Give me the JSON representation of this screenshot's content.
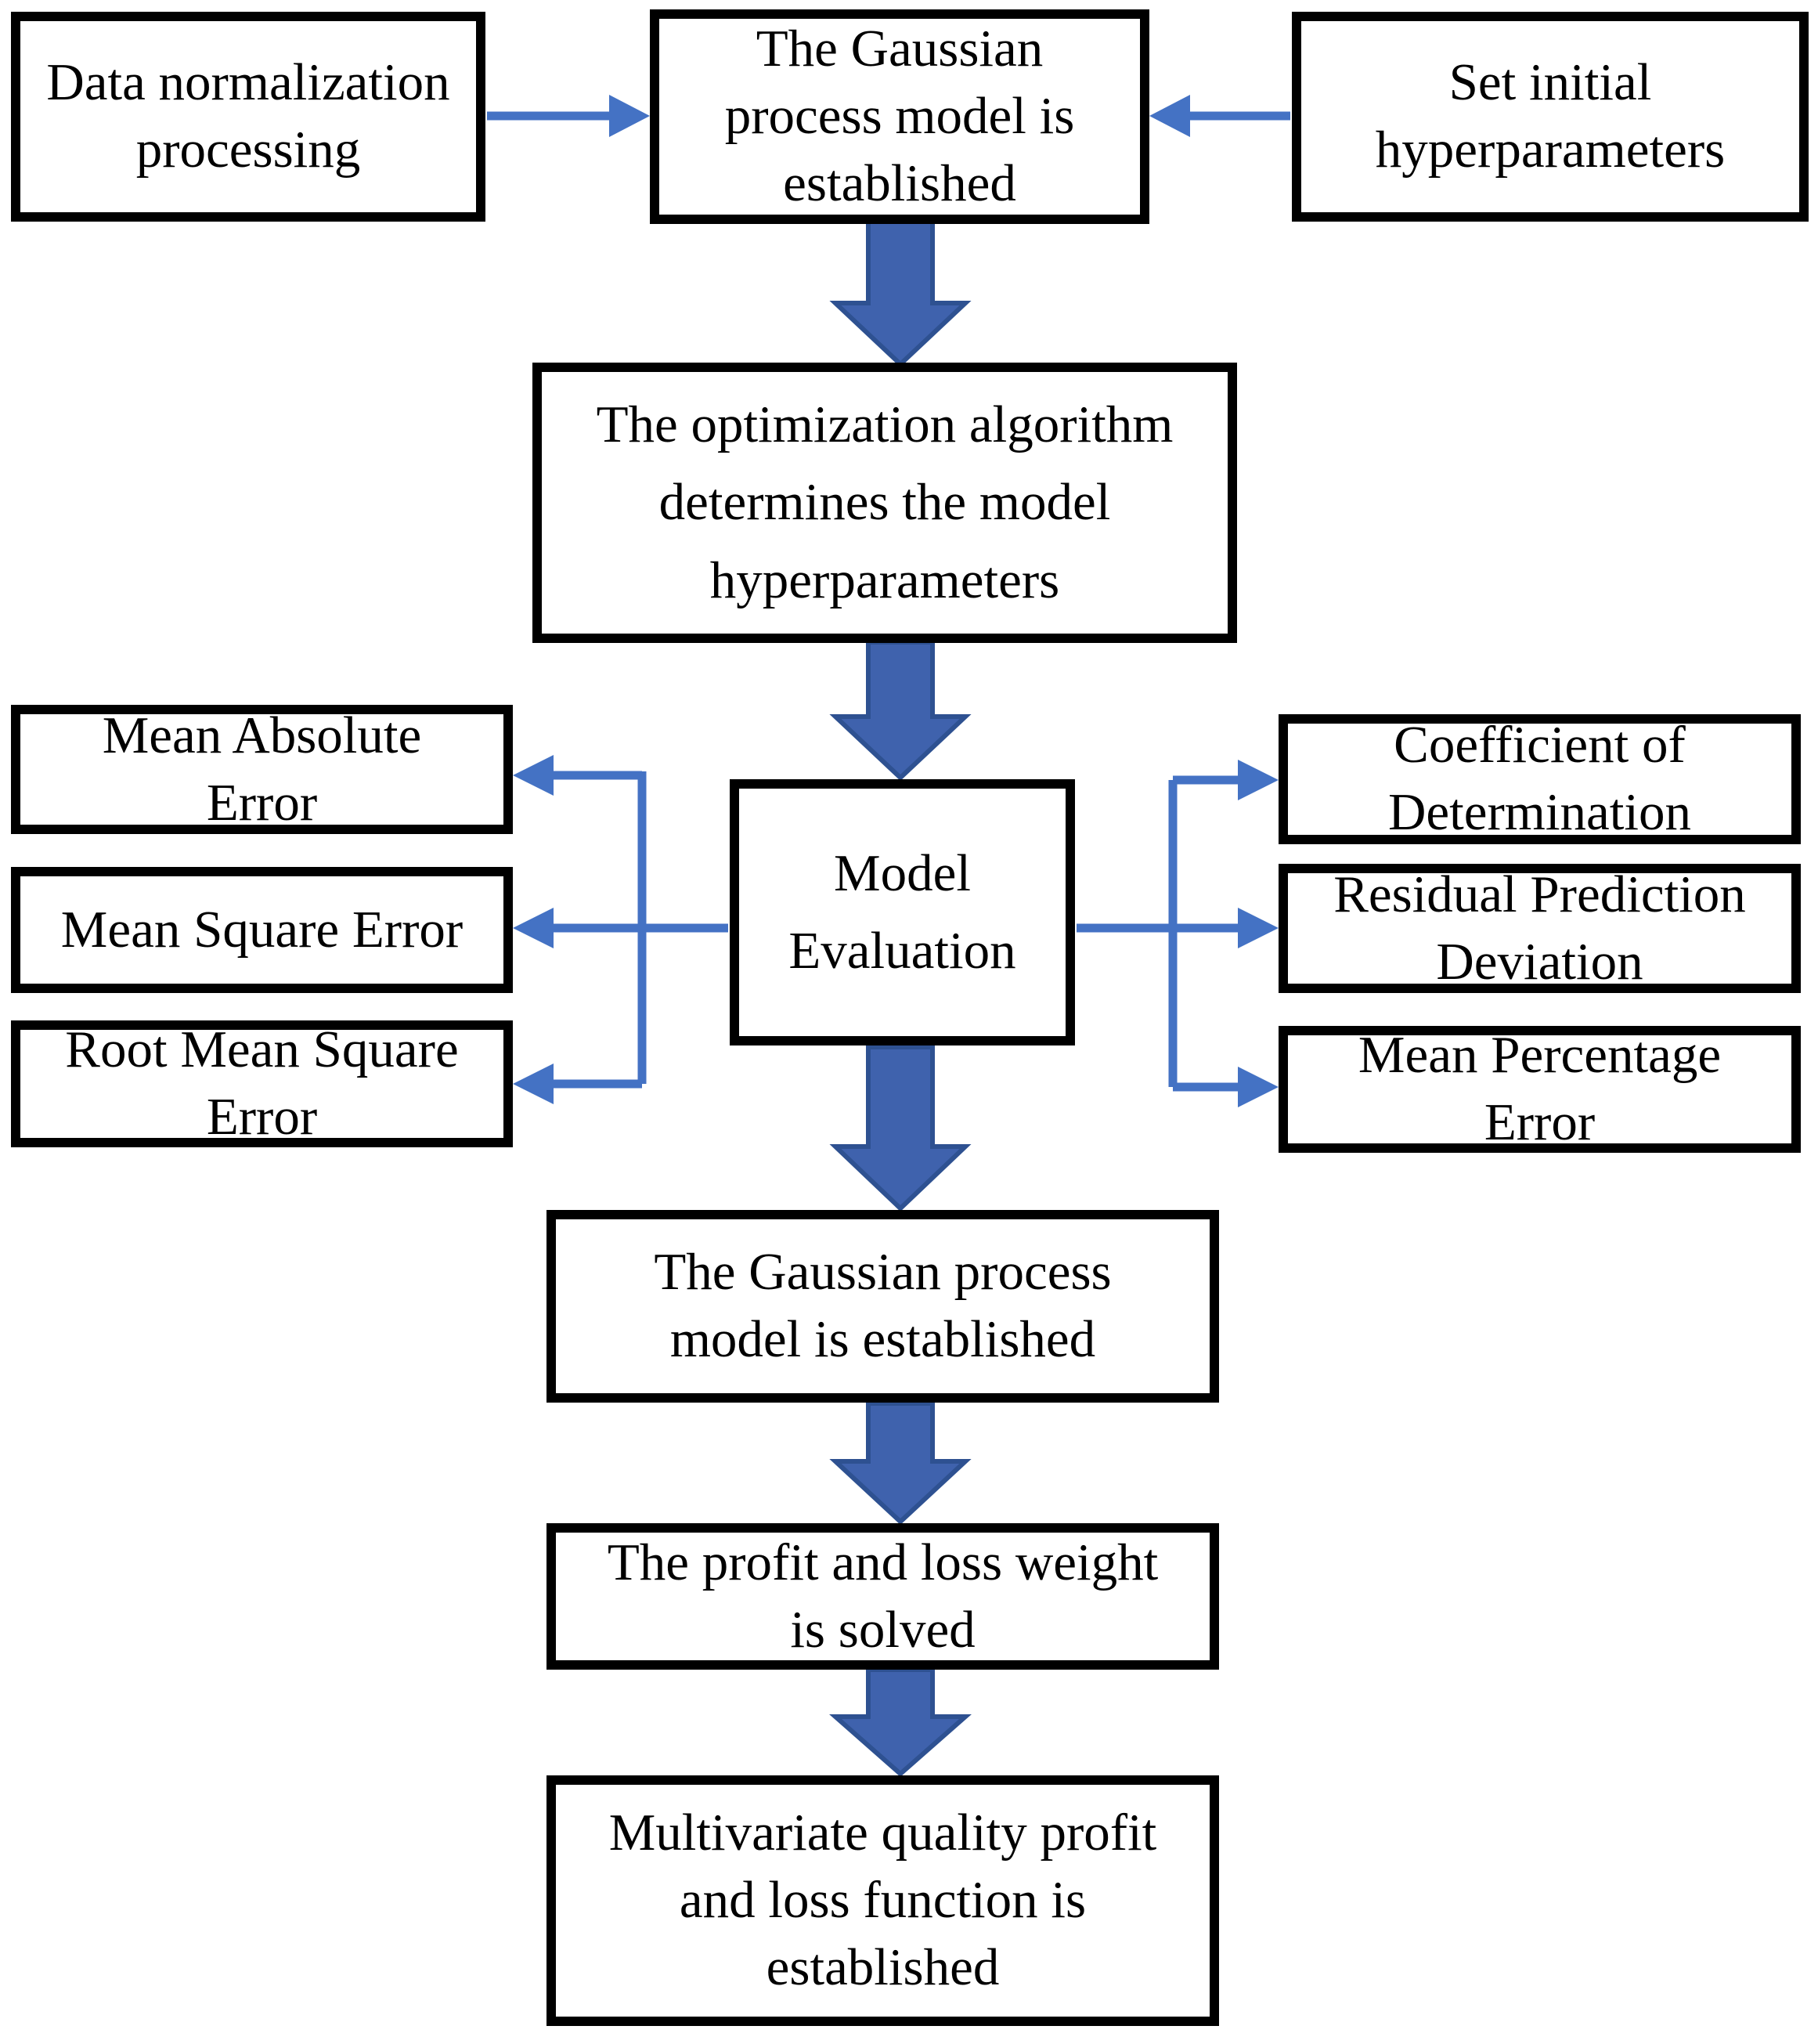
{
  "figure": {
    "type": "flowchart",
    "description": "Gaussian process model building and evaluation flowchart"
  },
  "colors": {
    "connector_blue": "#4472C4",
    "block_arrow_fill": "#3F62AD",
    "block_arrow_stroke": "#2E5191",
    "box_border": "#000000",
    "box_fill": "#FFFFFF",
    "text_color": "#000000",
    "page_bg": "#FFFFFF"
  },
  "nodes": {
    "data_normalization": {
      "label": "Data normalization\nprocessing"
    },
    "gp_model_top": {
      "label": "The Gaussian\nprocess model is\nestablished"
    },
    "set_initial_hyperparameters": {
      "label": "Set initial\nhyperparameters"
    },
    "optimization_algorithm": {
      "label": "The optimization algorithm\ndetermines the model\nhyperparameters"
    },
    "mean_absolute_error": {
      "label": "Mean Absolute\nError"
    },
    "mean_square_error": {
      "label": "Mean Square Error"
    },
    "root_mean_square_error": {
      "label": "Root Mean Square\nError"
    },
    "model_evaluation": {
      "label": "Model\nEvaluation"
    },
    "coefficient_of_determination": {
      "label": "Coefficient of\nDetermination"
    },
    "residual_prediction_deviation": {
      "label": "Residual Prediction\nDeviation"
    },
    "mean_percentage_error": {
      "label": "Mean Percentage\nError"
    },
    "gp_model_established": {
      "label": "The Gaussian process\nmodel is established"
    },
    "profit_loss_weight": {
      "label": "The profit and loss weight\nis solved"
    },
    "multivariate_loss_function": {
      "label": "Multivariate quality profit\nand loss function is\nestablished"
    }
  },
  "edges": [
    {
      "from": "data_normalization",
      "to": "gp_model_top",
      "style": "line-arrow"
    },
    {
      "from": "set_initial_hyperparameters",
      "to": "gp_model_top",
      "style": "line-arrow"
    },
    {
      "from": "gp_model_top",
      "to": "optimization_algorithm",
      "style": "block-arrow"
    },
    {
      "from": "optimization_algorithm",
      "to": "model_evaluation",
      "style": "block-arrow"
    },
    {
      "from": "model_evaluation",
      "to": "mean_absolute_error",
      "style": "line-arrow"
    },
    {
      "from": "model_evaluation",
      "to": "mean_square_error",
      "style": "line-arrow"
    },
    {
      "from": "model_evaluation",
      "to": "root_mean_square_error",
      "style": "line-arrow"
    },
    {
      "from": "model_evaluation",
      "to": "coefficient_of_determination",
      "style": "line-arrow"
    },
    {
      "from": "model_evaluation",
      "to": "residual_prediction_deviation",
      "style": "line-arrow"
    },
    {
      "from": "model_evaluation",
      "to": "mean_percentage_error",
      "style": "line-arrow"
    },
    {
      "from": "model_evaluation",
      "to": "gp_model_established",
      "style": "block-arrow"
    },
    {
      "from": "gp_model_established",
      "to": "profit_loss_weight",
      "style": "block-arrow"
    },
    {
      "from": "profit_loss_weight",
      "to": "multivariate_loss_function",
      "style": "block-arrow"
    }
  ]
}
